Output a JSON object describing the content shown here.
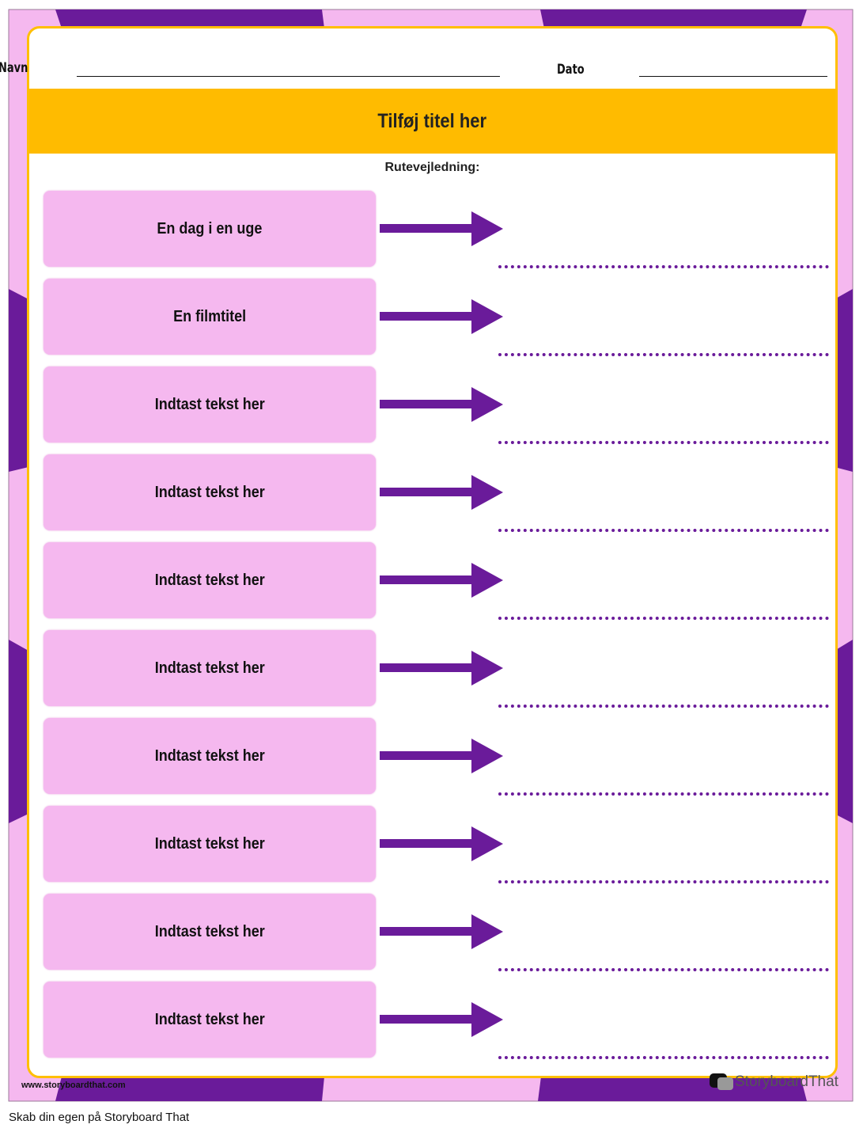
{
  "header": {
    "name_label": "Navn",
    "date_label": "Dato"
  },
  "title": "Tilføj titel her",
  "subtitle": "Rutevejledning:",
  "rows": [
    {
      "label": "En dag i en uge"
    },
    {
      "label": "En filmtitel"
    },
    {
      "label": "Indtast tekst her"
    },
    {
      "label": "Indtast tekst her"
    },
    {
      "label": "Indtast tekst her"
    },
    {
      "label": "Indtast tekst her"
    },
    {
      "label": "Indtast tekst her"
    },
    {
      "label": "Indtast tekst her"
    },
    {
      "label": "Indtast tekst her"
    },
    {
      "label": "Indtast tekst her"
    }
  ],
  "footer": {
    "url": "www.storyboardthat.com",
    "logo_text": "StoryboardThat",
    "caption": "Skab din egen på Storyboard That"
  },
  "colors": {
    "purple": "#6a1b9a",
    "pink": "#f5b8ef",
    "gold": "#ffbb00"
  }
}
